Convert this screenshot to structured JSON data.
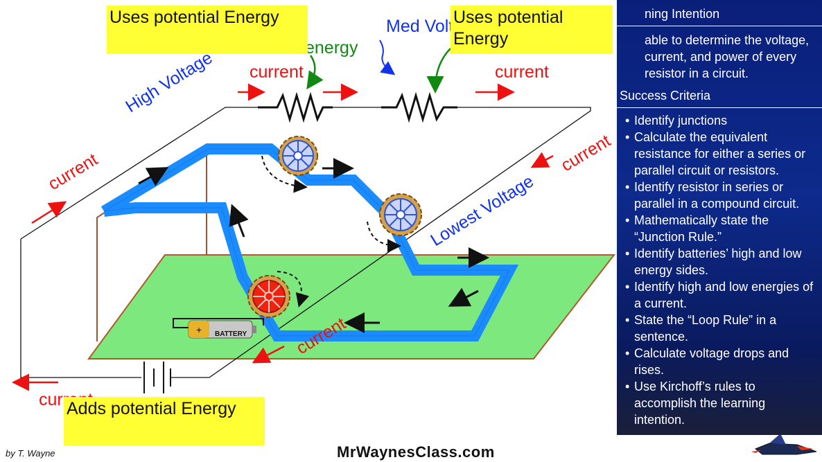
{
  "labels": {
    "current_top_left": "current",
    "current_top_right": "current",
    "current_left": "current",
    "current_right": "current",
    "current_bottom_left": "current",
    "current_bottom_mid": "current",
    "high_voltage": "High Voltage",
    "med_voltage": "Med Volt",
    "lowest_voltage": "Lowest Voltage",
    "energy_fragment": "energy",
    "battery": "BATTERY",
    "battery_plus": "+"
  },
  "notes": {
    "uses_left": "Uses potential Energy",
    "uses_right": "Uses potential Energy",
    "adds": "Adds potential Energy"
  },
  "panel": {
    "learning_heading": "ning Intention",
    "learning_text": "able to determine the voltage, current, and power of every resistor in a circuit.",
    "success_heading": "Success Criteria",
    "criteria": [
      "Identify junctions",
      "Calculate the equivalent resistance for either a series or parallel circuit or resistors.",
      "Identify resistor in series or parallel in a compound circuit.",
      "Mathematically state the “Junction Rule.”",
      "Identify batteries’ high and low energy sides.",
      "Identify high and low energies of a current.",
      "State the “Loop Rule” in a sentence.",
      "Calculate voltage drops and rises.",
      "Use Kirchoff’s rules to accomplish the learning intention."
    ]
  },
  "footer": {
    "brand": "MrWaynesClass.com",
    "author": "by T. Wayne"
  },
  "colors": {
    "current": "#ee1111",
    "high_voltage": "#1133ee",
    "energy": "#118811",
    "ground": "#7de87d",
    "pipe": "#1a8cff",
    "note": "#ffff33",
    "panel": "#0d2a8c"
  }
}
